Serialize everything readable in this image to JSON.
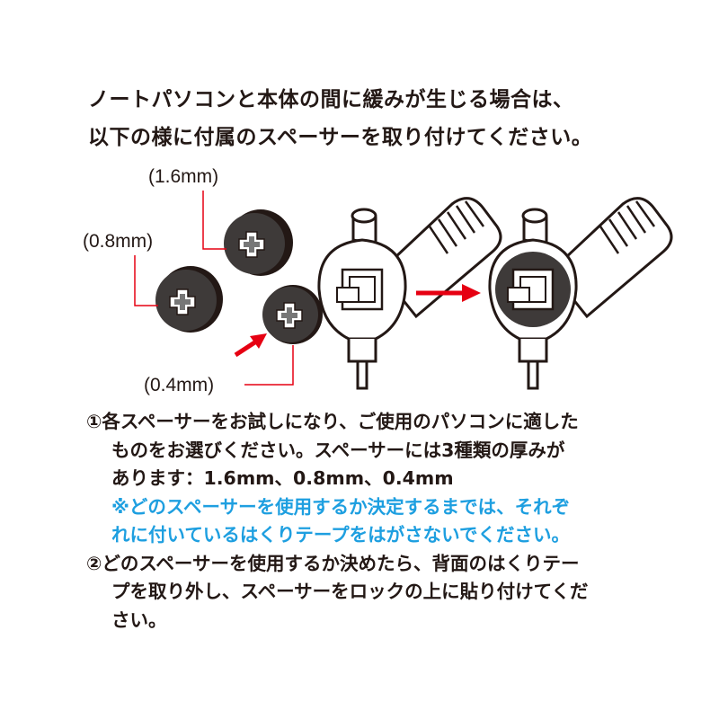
{
  "title": {
    "lines": [
      "ノートパソコンと本体の間に緩みが生じる場合は、",
      "以下の様に付属のスペーサーを取り付けてください。"
    ]
  },
  "illustration": {
    "spacer_labels": {
      "thick": "(1.6mm)",
      "medium": "(0.8mm)",
      "thin": "(0.4mm)"
    },
    "colors": {
      "accent_red": "#e60012",
      "spacer": "#3e3a39",
      "note_blue": "#1e9fe0"
    }
  },
  "instructions": {
    "step1": [
      "①各スペーサーをお試しになり、ご使用のパソコンに適した",
      "ものをお選びください。スペーサーには3種類の厚みが",
      "あります：1.6mm、0.8mm、0.4mm"
    ],
    "note": [
      "※どのスペーサーを使用するか決定するまでは、それぞ",
      "れに付いているはくりテープをはがさないでください。"
    ],
    "step2": [
      "②どのスペーサーを使用するか決めたら、背面のはくりテー",
      "プを取り外し、スペーサーをロックの上に貼り付けてくだ",
      "さい。"
    ]
  }
}
